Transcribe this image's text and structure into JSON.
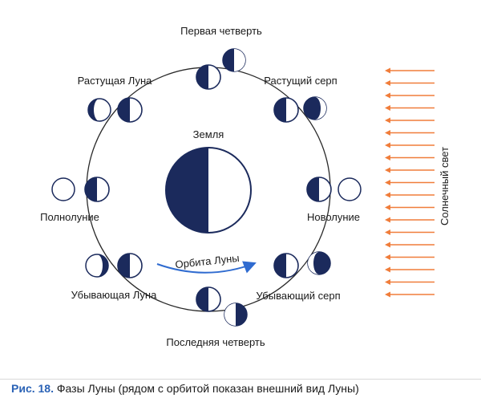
{
  "labels": {
    "first_quarter": "Первая четверть",
    "waxing_gibbous": "Растущая Луна",
    "waxing_crescent": "Растущий серп",
    "earth": "Земля",
    "full_moon": "Полнолуние",
    "new_moon": "Новолуние",
    "orbit": "Орбита Луны",
    "waning_gibbous": "Убывающая Луна",
    "waning_crescent": "Убывающий серп",
    "last_quarter": "Последняя четверть",
    "sunlight": "Солнечный свет"
  },
  "caption": {
    "figure_label": "Рис. 18.",
    "text": " Фазы Луны (рядом с орбитой показан внешний вид Луны)"
  },
  "colors": {
    "dark": "#1b2a5c",
    "arrow": "#f07d3a",
    "orbit_arrow": "#2f6bd0",
    "figure_label": "#2b63b6"
  }
}
